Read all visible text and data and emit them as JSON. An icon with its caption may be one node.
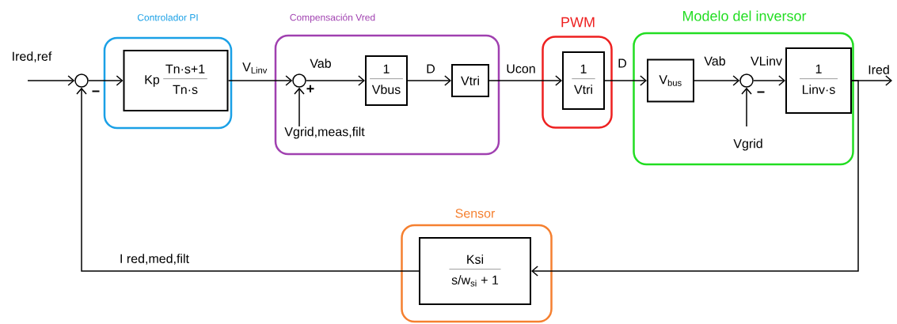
{
  "diagram": {
    "nodes": [
      {
        "text": [],
        "shape": "circle"
      },
      {
        "text": [
          "Controlador PI"
        ]
      },
      {
        "text": [
          "Kp",
          "Tn·s+1",
          "Tn·s"
        ],
        "in": 1
      },
      {
        "text": [
          "Compensación Vred"
        ]
      },
      {
        "text": [],
        "shape": "circle",
        "in": 3
      },
      {
        "text": [
          "1",
          "Vbus"
        ],
        "in": 3
      },
      {
        "text": [
          "Vtri"
        ],
        "in": 3
      },
      {
        "text": [
          "PWM"
        ]
      },
      {
        "text": [
          "1",
          "Vtri"
        ],
        "in": 7
      },
      {
        "text": [
          "Modelo del inversor"
        ]
      },
      {
        "text": [
          "V$_{bus}$"
        ],
        "in": 9
      },
      {
        "text": [],
        "shape": "circle",
        "in": 9
      },
      {
        "text": [
          "1",
          "Linv·s"
        ],
        "in": 9
      },
      {
        "text": [
          "Sensor"
        ]
      },
      {
        "text": [
          "Ksi",
          "s/w$_{si}$ + 1"
        ],
        "in": 13
      }
    ],
    "edges": [
      {
        "from": null,
        "to": 0,
        "arrow": "to",
        "label": "Ired,ref"
      },
      {
        "from": 0,
        "to": 2,
        "arrow": "to"
      },
      {
        "from": 2,
        "to": 4,
        "arrow": "to",
        "label": "V$_{Linv}$"
      },
      {
        "from": null,
        "to": 4,
        "arrow": "to",
        "label": "Vgrid,meas,filt"
      },
      {
        "from": 4,
        "to": 5,
        "arrow": "to",
        "label": "Vab"
      },
      {
        "from": 5,
        "to": 6,
        "arrow": "to",
        "label": "D"
      },
      {
        "from": 6,
        "to": 8,
        "arrow": "to",
        "label": "Ucon"
      },
      {
        "from": 8,
        "to": 10,
        "arrow": "to",
        "label": "D"
      },
      {
        "from": 10,
        "to": 11,
        "arrow": "to",
        "label": "Vab"
      },
      {
        "from": null,
        "to": 11,
        "arrow": "to",
        "label": "Vgrid"
      },
      {
        "from": 11,
        "to": 12,
        "arrow": "to",
        "label": "VLinv"
      },
      {
        "from": 12,
        "to": null,
        "arrow": "to",
        "label": "Ired"
      },
      {
        "from": 12,
        "to": 14,
        "arrow": "to"
      },
      {
        "from": 14,
        "to": 0,
        "arrow": "to",
        "label": "I red,med,filt"
      }
    ],
    "labels": [
      "−",
      "+",
      "−"
    ]
  }
}
